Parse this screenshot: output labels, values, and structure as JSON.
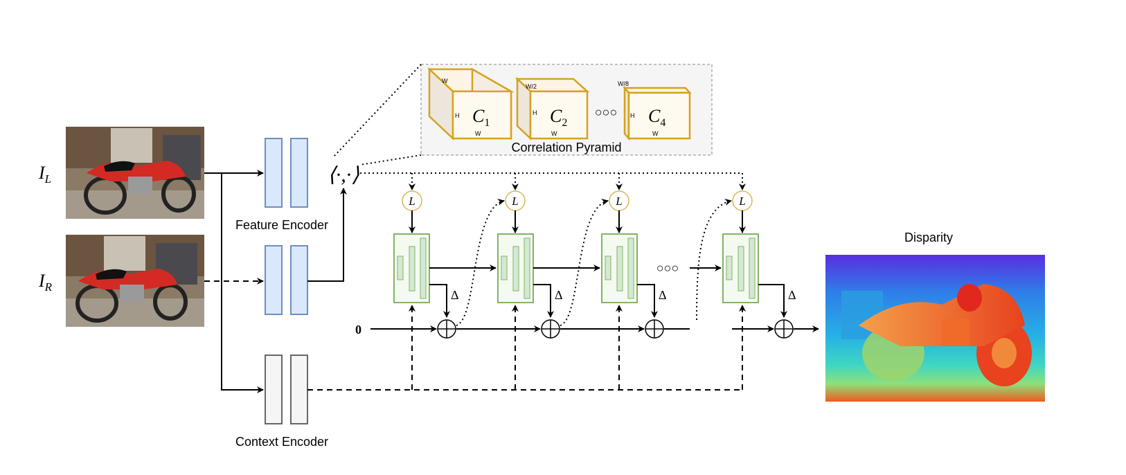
{
  "labels": {
    "left_image": "I",
    "left_sub": "L",
    "right_image": "I",
    "right_sub": "R",
    "feature_encoder": "Feature Encoder",
    "context_encoder": "Context Encoder",
    "correlation_pyramid": "Correlation Pyramid",
    "disparity": "Disparity",
    "inner_product": "⟨·,·⟩",
    "zero_init": "0",
    "lookup": "L",
    "delta": "Δ",
    "ellipsis": "○○○"
  },
  "pyramid_levels": [
    {
      "name": "C",
      "sub": "1",
      "w_top": "W",
      "h": "H",
      "w_bottom": "W"
    },
    {
      "name": "C",
      "sub": "2",
      "w_top": "W/2",
      "h": "H",
      "w_bottom": "W"
    },
    {
      "name": "C",
      "sub": "4",
      "w_top": "W/8",
      "h": "H",
      "w_bottom": "W"
    }
  ],
  "colors": {
    "feature_encoder_fill": "#dae8fc",
    "feature_encoder_stroke": "#6c8ebf",
    "context_encoder_fill": "#f5f5f5",
    "context_encoder_stroke": "#666666",
    "gru_fill": "#f4faf0",
    "gru_stroke": "#82b366",
    "gru_inner_fill": "#d5e8d4",
    "cube_stroke": "#d6a21e",
    "cube_front": "#fffaf0",
    "lookup_stroke": "#d6b656",
    "pyramid_panel": "#f5f5f5"
  }
}
